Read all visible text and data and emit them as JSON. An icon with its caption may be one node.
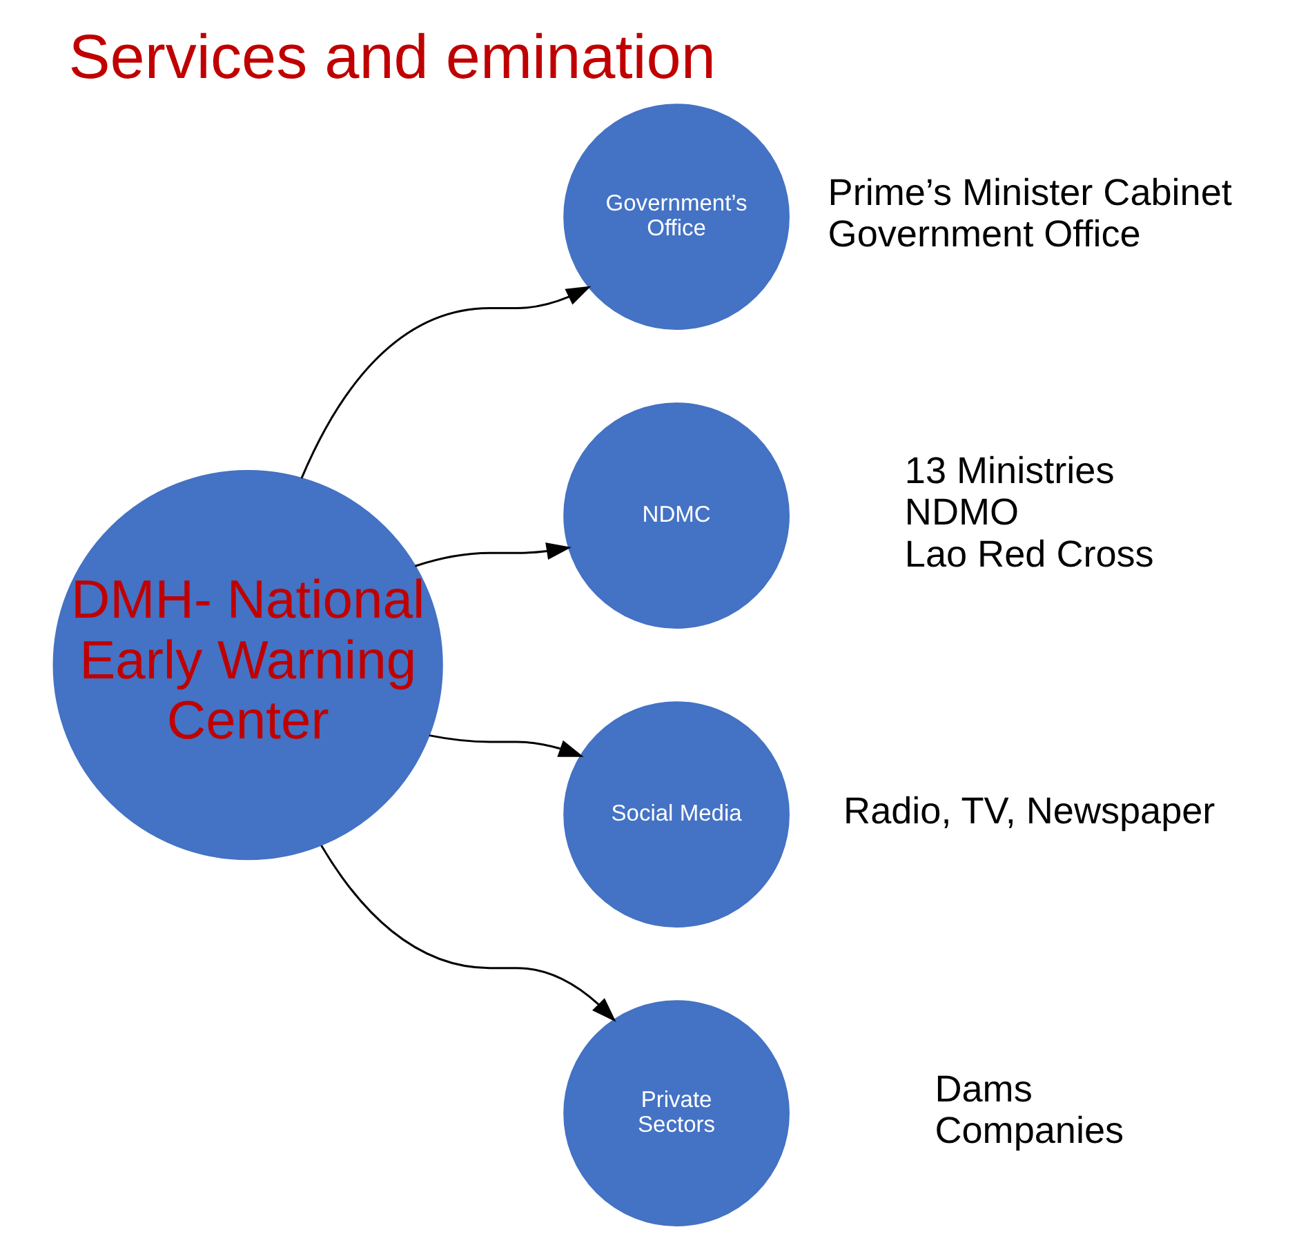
{
  "diagram": {
    "title": "Services and emination",
    "nodes": [
      {
        "text": [
          "DMH- National Early Warning Center"
        ]
      },
      {
        "text": [
          "Government’s Office"
        ],
        "beside": [
          "Prime’s Minister Cabinet",
          "Government Office"
        ]
      },
      {
        "text": [
          "NDMC"
        ],
        "beside": [
          "13 Ministries",
          "NDMO",
          "Lao Red Cross"
        ]
      },
      {
        "text": [
          "Social Media"
        ],
        "beside": [
          "Radio, TV, Newspaper"
        ]
      },
      {
        "text": [
          "Private Sectors"
        ],
        "beside": [
          "Dams",
          "Companies"
        ]
      }
    ],
    "edges": [
      {
        "from": 0,
        "to": 1,
        "arrow": "to"
      },
      {
        "from": 0,
        "to": 2,
        "arrow": "to"
      },
      {
        "from": 0,
        "to": 3,
        "arrow": "to"
      },
      {
        "from": 0,
        "to": 4,
        "arrow": "to"
      }
    ]
  }
}
